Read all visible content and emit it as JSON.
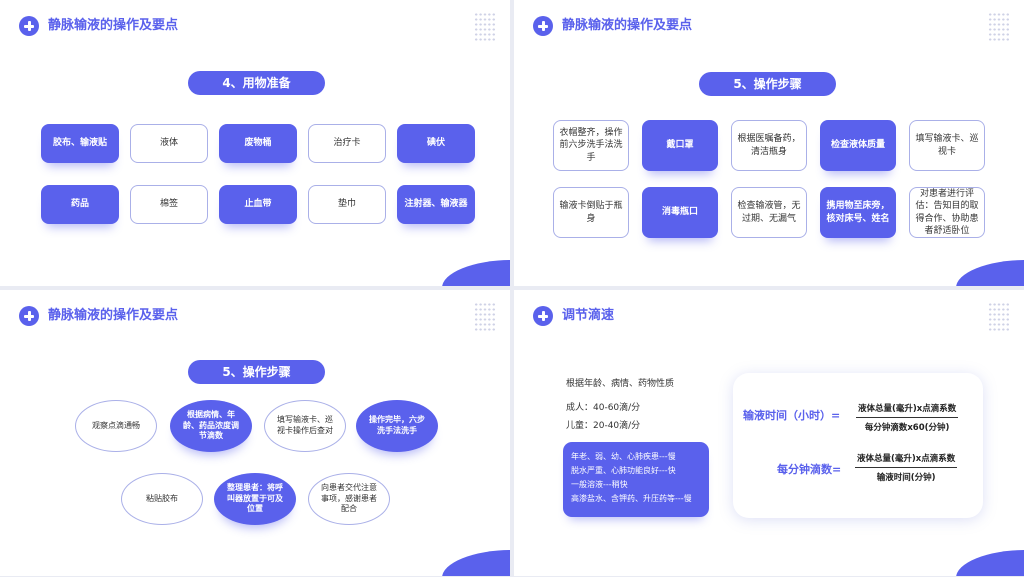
{
  "slide1": {
    "title": "静脉输液的操作及要点",
    "pill": "4、用物准备",
    "items": [
      "胶布、输液贴",
      "液体",
      "废物桶",
      "治疗卡",
      "碘伏",
      "药品",
      "棉签",
      "止血带",
      "垫巾",
      "注射器、输液器"
    ]
  },
  "slide2": {
    "title": "静脉输液的操作及要点",
    "pill": "5、操作步骤",
    "items": [
      "衣帽整齐，操作前六步洗手法洗手",
      "戴口罩",
      "根据医嘱备药，清洁瓶身",
      "检查液体质量",
      "填写输液卡、巡视卡",
      "输液卡倒贴于瓶身",
      "消毒瓶口",
      "检查输液管，无过期、无漏气",
      "携用物至床旁，核对床号、姓名",
      "对患者进行评估：告知目的取得合作、协助患者舒适卧位"
    ]
  },
  "slide3": {
    "title": "静脉输液的操作及要点",
    "pill": "5、操作步骤",
    "items": [
      "观察点滴通畅",
      "根据病情、年龄、药品浓度调节滴数",
      "填写输液卡、巡视卡操作后查对",
      "操作完毕，六步洗手法洗手",
      "粘贴胶布",
      "整理患者：将呼叫器放置于可及位置",
      "向患者交代注意事项，感谢患者配合"
    ]
  },
  "slide4": {
    "title": "调节滴速",
    "factors": "根据年龄、病情、药物性质",
    "adult": "成人：40-60滴/分",
    "child": "儿童：20-40滴/分",
    "notes": [
      "年老、弱、幼、心肺疾患---慢",
      "脱水严重、心肺功能良好---快",
      "一般溶液---稍快",
      "高渗盐水、含钾药、升压药等---慢"
    ],
    "formula1": {
      "label": "输液时间（小时）=",
      "numerator": "液体总量(毫升)x点滴系数",
      "denominator": "每分钟滴数x60(分钟)"
    },
    "formula2": {
      "label": "每分钟滴数=",
      "numerator": "液体总量(毫升)x点滴系数",
      "denominator": "输液时间(分钟)"
    }
  }
}
